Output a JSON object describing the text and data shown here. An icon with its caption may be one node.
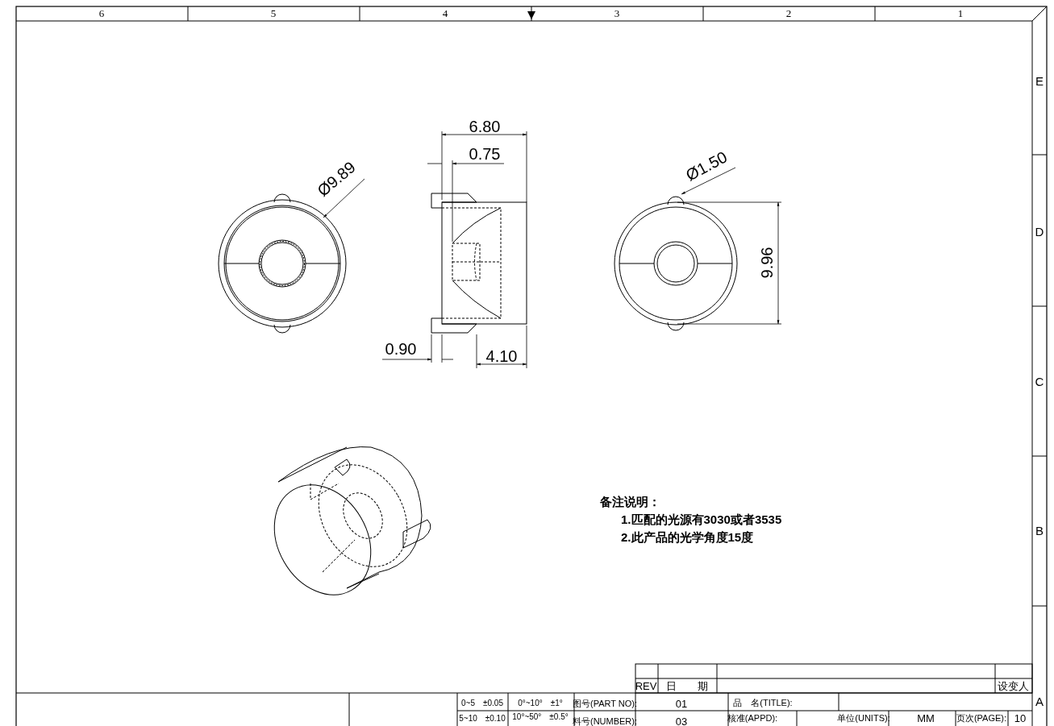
{
  "diagram": {
    "labels": [
      "6",
      "5",
      "4",
      "3",
      "2",
      "1",
      "E",
      "D",
      "C",
      "B",
      "A",
      "6.80",
      "0.75",
      "Ø9.89",
      "Ø1.50",
      "9.96",
      "0.90",
      "4.10",
      "备注说明：",
      "1.匹配的光源有3030或者3535",
      "2.此产品的光学角度15度",
      "REV",
      "日　　期",
      "设变人",
      "0~5　±0.05",
      "0°~10°　±1°",
      "图号(PART NO):",
      "01",
      "品　名(TITLE):",
      "5~10　±0.10",
      "10°~50°　±0.5°",
      "料号(NUMBER):",
      "03",
      "核准(APPD):",
      "单位(UNITS):",
      "MM",
      "页次(PAGE):",
      "10"
    ]
  }
}
